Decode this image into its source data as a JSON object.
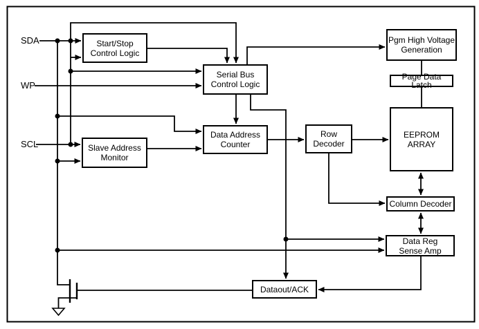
{
  "blocks": {
    "start_stop": {
      "label": "Start/Stop\nControl Logic"
    },
    "serial_bus": {
      "label": "Serial Bus\nControl Logic"
    },
    "data_address_counter": {
      "label": "Data Address\nCounter"
    },
    "slave_address_monitor": {
      "label": "Slave Address\nMonitor"
    },
    "row_decoder": {
      "label": "Row\nDecoder"
    },
    "pgm_high_voltage": {
      "label": "Pgm High Voltage\nGeneration"
    },
    "page_data_latch": {
      "label": "Page Data Latch"
    },
    "eeprom_array": {
      "label": "EEPROM\nARRAY"
    },
    "column_decoder": {
      "label": "Column Decoder"
    },
    "data_reg_sense_amp": {
      "label": "Data Reg\nSense Amp"
    },
    "dataout_ack": {
      "label": "Dataout/ACK"
    }
  },
  "pins": {
    "sda": {
      "label": "SDA"
    },
    "wp": {
      "label": "WP"
    },
    "scl": {
      "label": "SCL"
    }
  },
  "colors": {
    "line": "#000000",
    "background": "#ffffff"
  }
}
